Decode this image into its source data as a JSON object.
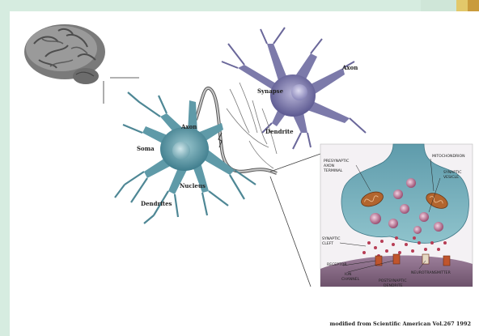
{
  "labels": {
    "axon_top": "Axon",
    "synapse": "Synapse",
    "dendrite": "Dendrite",
    "soma": "Soma",
    "axon_left": "Axon",
    "nucleus": "Nucleus",
    "dendrites": "Dendrites"
  },
  "inset": {
    "presynaptic": [
      "PRESYNAPTIC",
      "AXON",
      "TERMINAL"
    ],
    "mitochondrion": "MITOCHONDRION",
    "synaptic_vesicle": [
      "SYNAPTIC",
      "VESICLE"
    ],
    "synaptic_cleft": [
      "SYNAPTIC",
      "CLEFT"
    ],
    "receptor": "RECEPTOR",
    "ion_channel": [
      "ION",
      "CHANNEL"
    ],
    "neurotransmitter": "NEUROTRANSMITTER",
    "postsynaptic": [
      "POSTSYNAPTIC",
      "DENDRITE"
    ]
  },
  "caption": "modified from Scientific American Vol.267 1992",
  "colors": {
    "background": "#d6ece0",
    "neuron_left": "#5f9aa8",
    "neuron_right": "#7b78a8",
    "terminal": "#6aa6b3",
    "postsynaptic": "#8b6d8a"
  }
}
